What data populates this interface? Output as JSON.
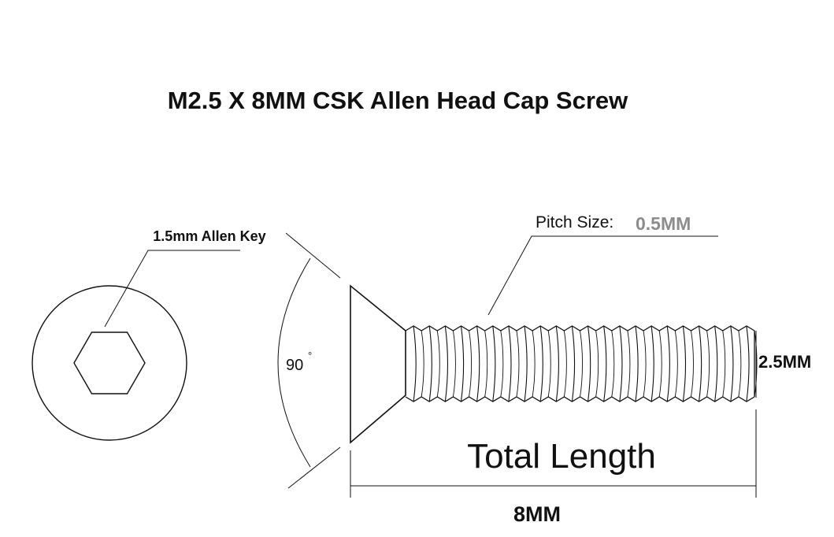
{
  "title": "M2.5 X 8MM CSK Allen Head Cap Screw",
  "allen_key_label": "1.5mm Allen Key",
  "angle": {
    "value": "90",
    "unit": "°"
  },
  "pitch": {
    "label": "Pitch Size:",
    "value": "0.5MM"
  },
  "diameter_label": "2.5MM",
  "total_length_label": "Total Length",
  "length_label": "8MM",
  "colors": {
    "line": "#111111",
    "pitch_value": "#8c8c8c",
    "background": "#ffffff"
  }
}
